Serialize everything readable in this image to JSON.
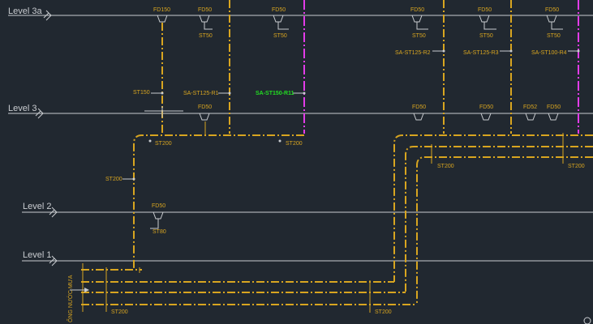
{
  "drawing": {
    "background_color": "#212830",
    "pipe_color": "#d8a520",
    "riser_color": "#e23ce8",
    "highlight_color": "#22dd22",
    "level_line_color": "#c9ccd0"
  },
  "levels": [
    {
      "id": "level-3a",
      "label": "Level 3a"
    },
    {
      "id": "level-3",
      "label": "Level 3"
    },
    {
      "id": "level-2",
      "label": "Level 2"
    },
    {
      "id": "level-1",
      "label": "Level  1"
    }
  ],
  "drain_labels": {
    "l3a_1": "FD150",
    "l3a_2": "FD50",
    "l3a_3": "FD50",
    "l3a_4": "FD50",
    "l3a_5": "FD50",
    "l3a_6": "FD50",
    "l3_1": "FD50",
    "l3_2": "FD50",
    "l3_3": "FD50",
    "l3_4": "FD52",
    "l3_5": "FD50",
    "l2_1": "FD50"
  },
  "pipe_labels": {
    "st50_a": "ST50",
    "st50_b": "ST50",
    "st50_c": "ST50",
    "st50_d": "ST50",
    "st50_e": "ST50",
    "r2": "SA-ST125-R2",
    "r3": "SA-ST125-R3",
    "r4": "SA-ST100-R4",
    "st150": "ST150",
    "r1": "SA-ST125-R1",
    "r11": "SA-ST150-R11",
    "st200_a": "ST200",
    "st200_b": "ST200",
    "st200_c": "ST200",
    "st200_d": "ST200",
    "st200_e": "ST200",
    "st200_f": "ST200",
    "st200_g": "ST200",
    "st80": "ST80",
    "vertical": "ỐNG NƯỚC MƯA"
  }
}
